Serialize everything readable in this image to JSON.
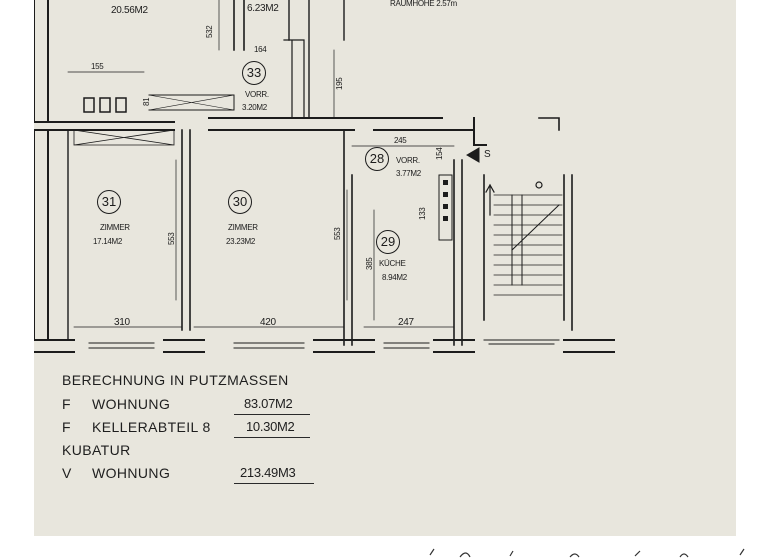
{
  "rooms": {
    "top_left_area": "20.56M2",
    "top_small_area": "6.23M2",
    "raumhoehe": "RAUMHÖHE 2.57m",
    "r33": {
      "number": "33",
      "name": "VORR.",
      "area": "3.20M2"
    },
    "r28": {
      "number": "28",
      "name": "VORR.",
      "area": "3.77M2"
    },
    "r31": {
      "number": "31",
      "name": "ZIMMER",
      "area": "17.14M2"
    },
    "r30": {
      "number": "30",
      "name": "ZIMMER",
      "area": "23.23M2"
    },
    "r29": {
      "number": "29",
      "name": "KÜCHE",
      "area": "8.94M2"
    }
  },
  "dimensions": {
    "d532": "532",
    "d164": "164",
    "d155": "155",
    "d81": "81",
    "d195": "195",
    "d245": "245",
    "d154": "154",
    "d553a": "553",
    "d553b": "553",
    "d133": "133",
    "d385": "385",
    "d310": "310",
    "d420": "420",
    "d247": "247"
  },
  "stair_marker": "S",
  "calculation": {
    "heading": "BERECHNUNG IN PUTZMASSEN",
    "rows": [
      {
        "prefix": "F",
        "label": "WOHNUNG",
        "value": "83.07M2"
      },
      {
        "prefix": "F",
        "label": "KELLERABTEIL 8",
        "value": "10.30M2"
      }
    ],
    "kubatur": "KUBATUR",
    "volume": {
      "prefix": "V",
      "label": "WOHNUNG",
      "value": "213.49M3"
    }
  }
}
